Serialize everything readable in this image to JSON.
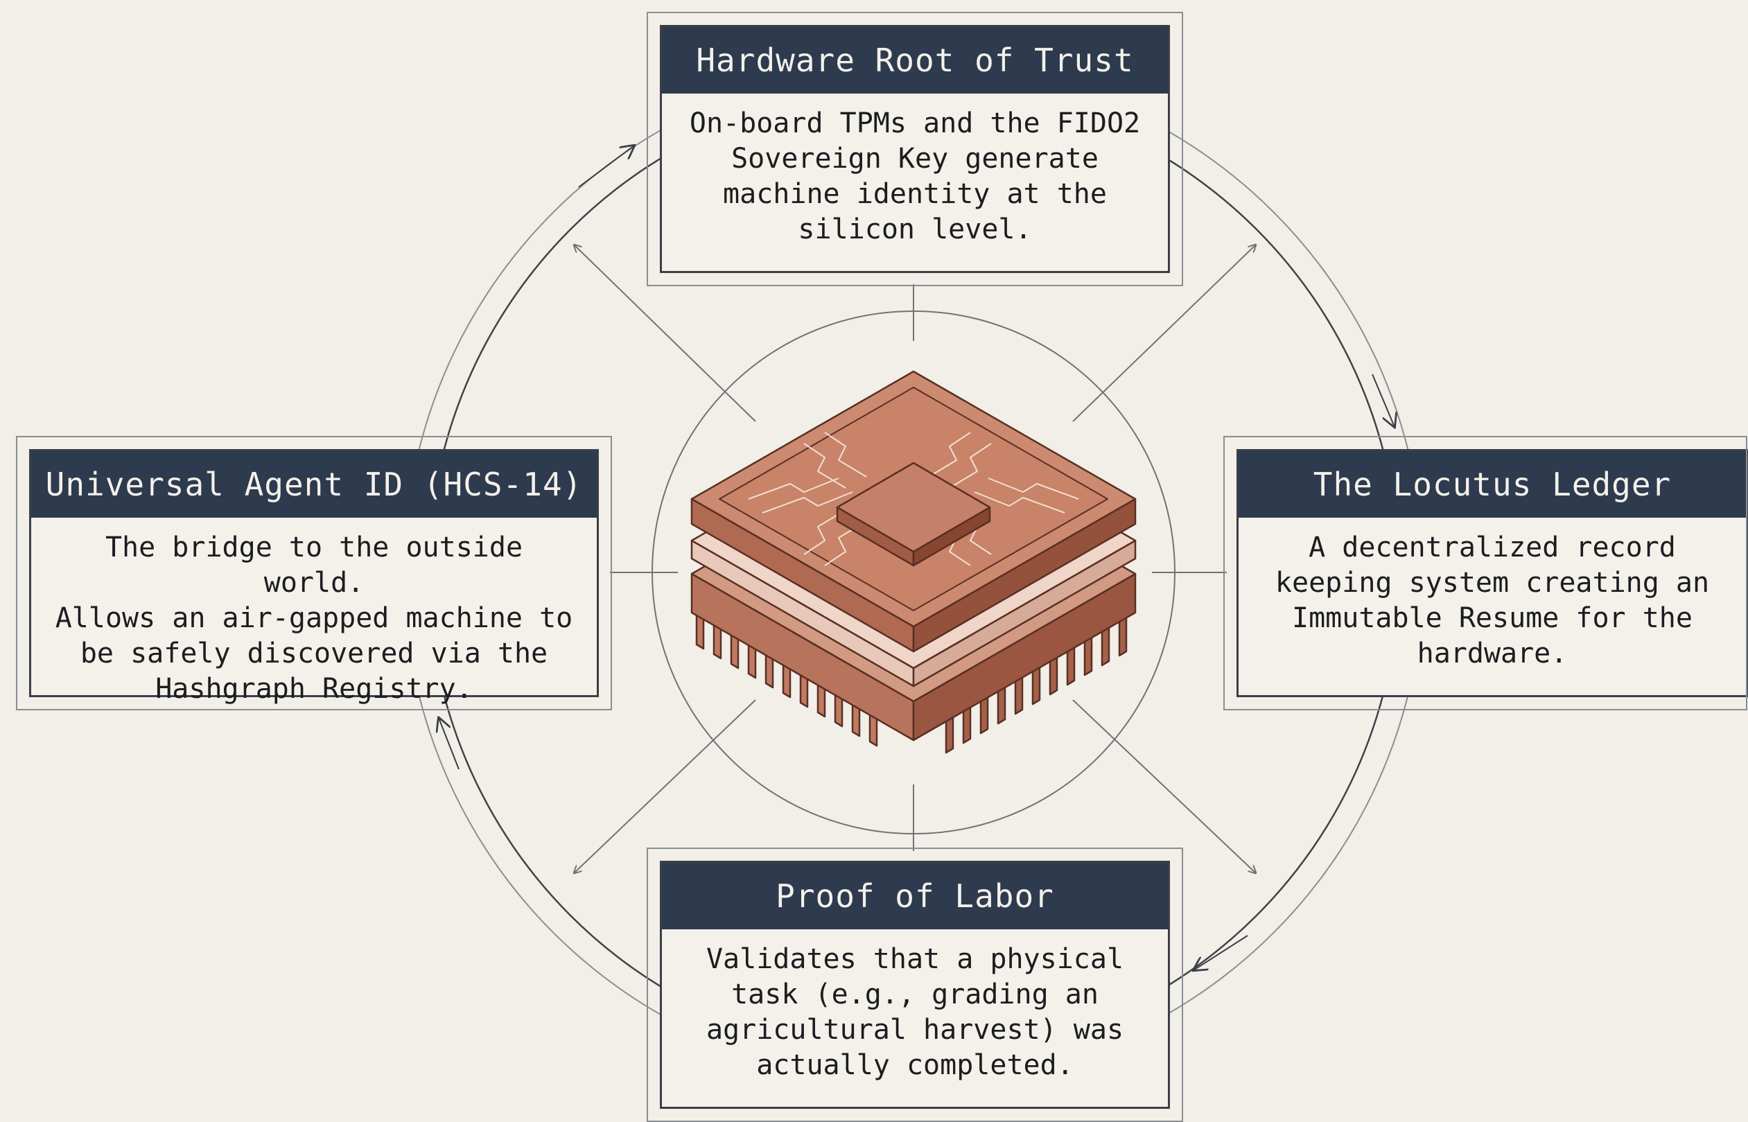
{
  "nodes": [
    {
      "id": "top",
      "title": "Hardware Root of Trust",
      "lines": [
        "On-board TPMs and the FIDO2",
        "Sovereign Key generate",
        "machine identity at the",
        "silicon level."
      ]
    },
    {
      "id": "left",
      "title": "Universal Agent ID (HCS-14)",
      "lines": [
        "The bridge to the outside world.",
        "Allows an air-gapped machine to",
        "be safely discovered via the",
        "Hashgraph Registry."
      ]
    },
    {
      "id": "right",
      "title": "The Locutus Ledger",
      "lines": [
        "A decentralized record",
        "keeping system creating an",
        "Immutable Resume for the",
        "hardware."
      ]
    },
    {
      "id": "bottom",
      "title": "Proof of Labor",
      "lines": [
        "Validates that a physical",
        "task (e.g., grading an",
        "agricultural harvest) was",
        "actually completed."
      ]
    }
  ],
  "center_icon": "microchip-icon",
  "colors": {
    "header": "#2e3a4e",
    "background": "#f1efe7",
    "chip": "#c8876f",
    "chip_dark": "#8a4a38",
    "line": "#7d8086"
  }
}
